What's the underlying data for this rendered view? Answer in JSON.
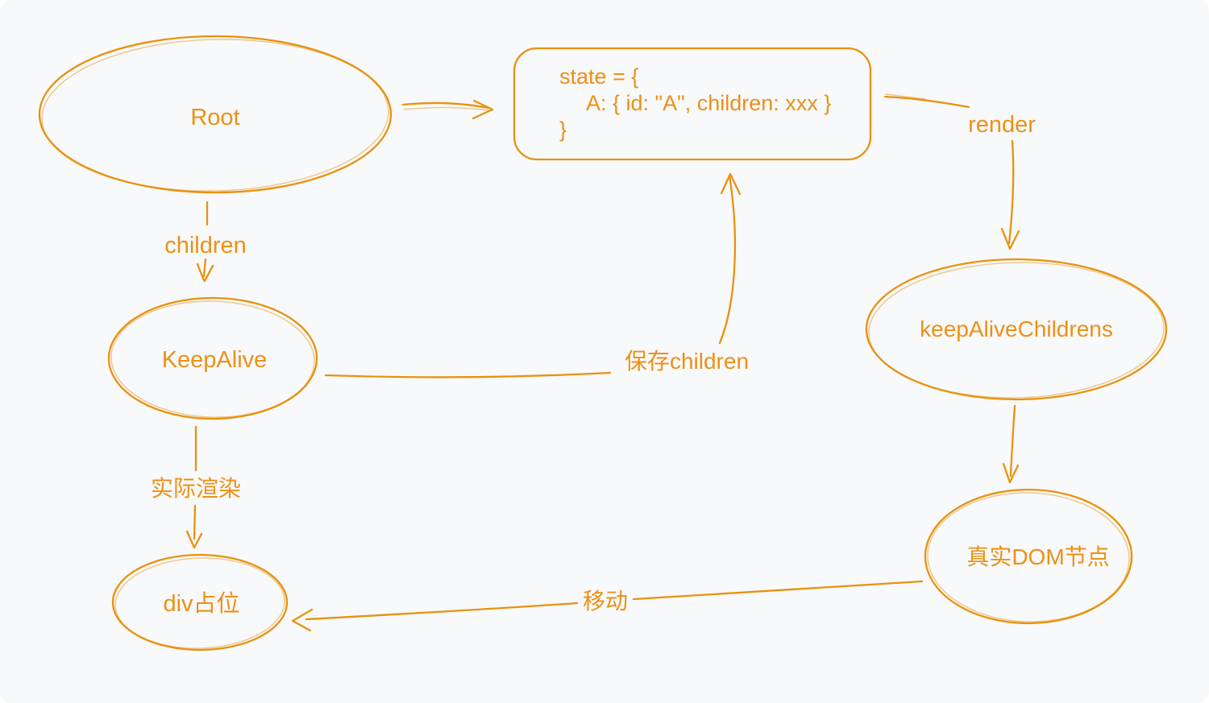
{
  "colors": {
    "background": "#f8f9fa",
    "stroke": "#e8920f",
    "text": "#ed9017"
  },
  "nodes": {
    "root": {
      "shape": "ellipse",
      "label": "Root"
    },
    "state_box": {
      "shape": "rounded-rect",
      "lines": [
        "state = {",
        "A: { id: \"A\", children: xxx }",
        "}"
      ]
    },
    "keep_alive": {
      "shape": "ellipse",
      "label": "KeepAlive"
    },
    "keep_alive_childrens": {
      "shape": "ellipse",
      "label": "keepAliveChildrens"
    },
    "real_dom": {
      "shape": "ellipse",
      "label": "真实DOM节点"
    },
    "div_placeholder": {
      "shape": "ellipse",
      "label": "div占位"
    }
  },
  "edges": {
    "root_to_state": {
      "label": ""
    },
    "children": {
      "label": "children"
    },
    "render": {
      "label": "render"
    },
    "save_children": {
      "label": "保存children"
    },
    "actual_render": {
      "label": "实际渲染"
    },
    "move": {
      "label": "移动"
    }
  }
}
